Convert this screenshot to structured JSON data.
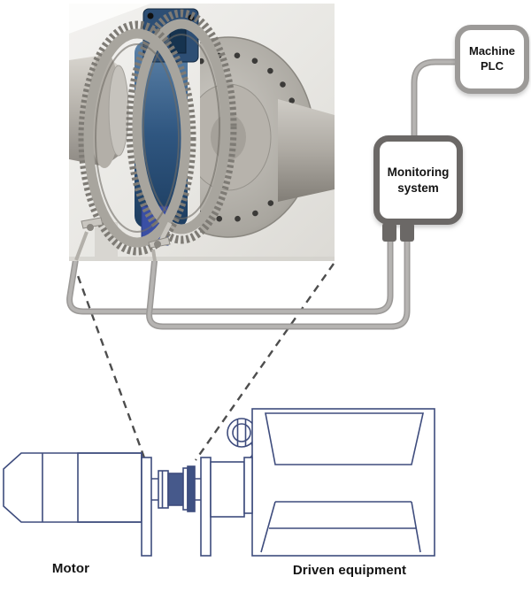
{
  "diagram": {
    "boxes": {
      "machine_plc": {
        "label": "Machine PLC"
      },
      "monitoring_system": {
        "label": "Monitoring system"
      }
    },
    "labels": {
      "motor": "Motor",
      "driven_equipment": "Driven equipment"
    },
    "graphics": {
      "photo": "torque-coupling-3d-render",
      "motor": "motor-outline-drawing",
      "coupling": "coupling-schematic",
      "driven": "driven-equipment-outline-drawing",
      "callout": "dashed-callout-lines",
      "cables": "sensor-and-plc-cables"
    },
    "colors": {
      "schematic_navy": "#3e4c7d",
      "coupling_fill": "#46598b",
      "coupling_fill_dark": "#3e5183",
      "cable_gray": "#9c9a98",
      "cable_core": "#b6b4b2",
      "plc_box_border": "#9c9a98",
      "monitoring_box_border": "#6b6866",
      "dashed_line": "#4d4d4d",
      "label_text": "#141414",
      "render_blue": "#2f5680"
    }
  }
}
